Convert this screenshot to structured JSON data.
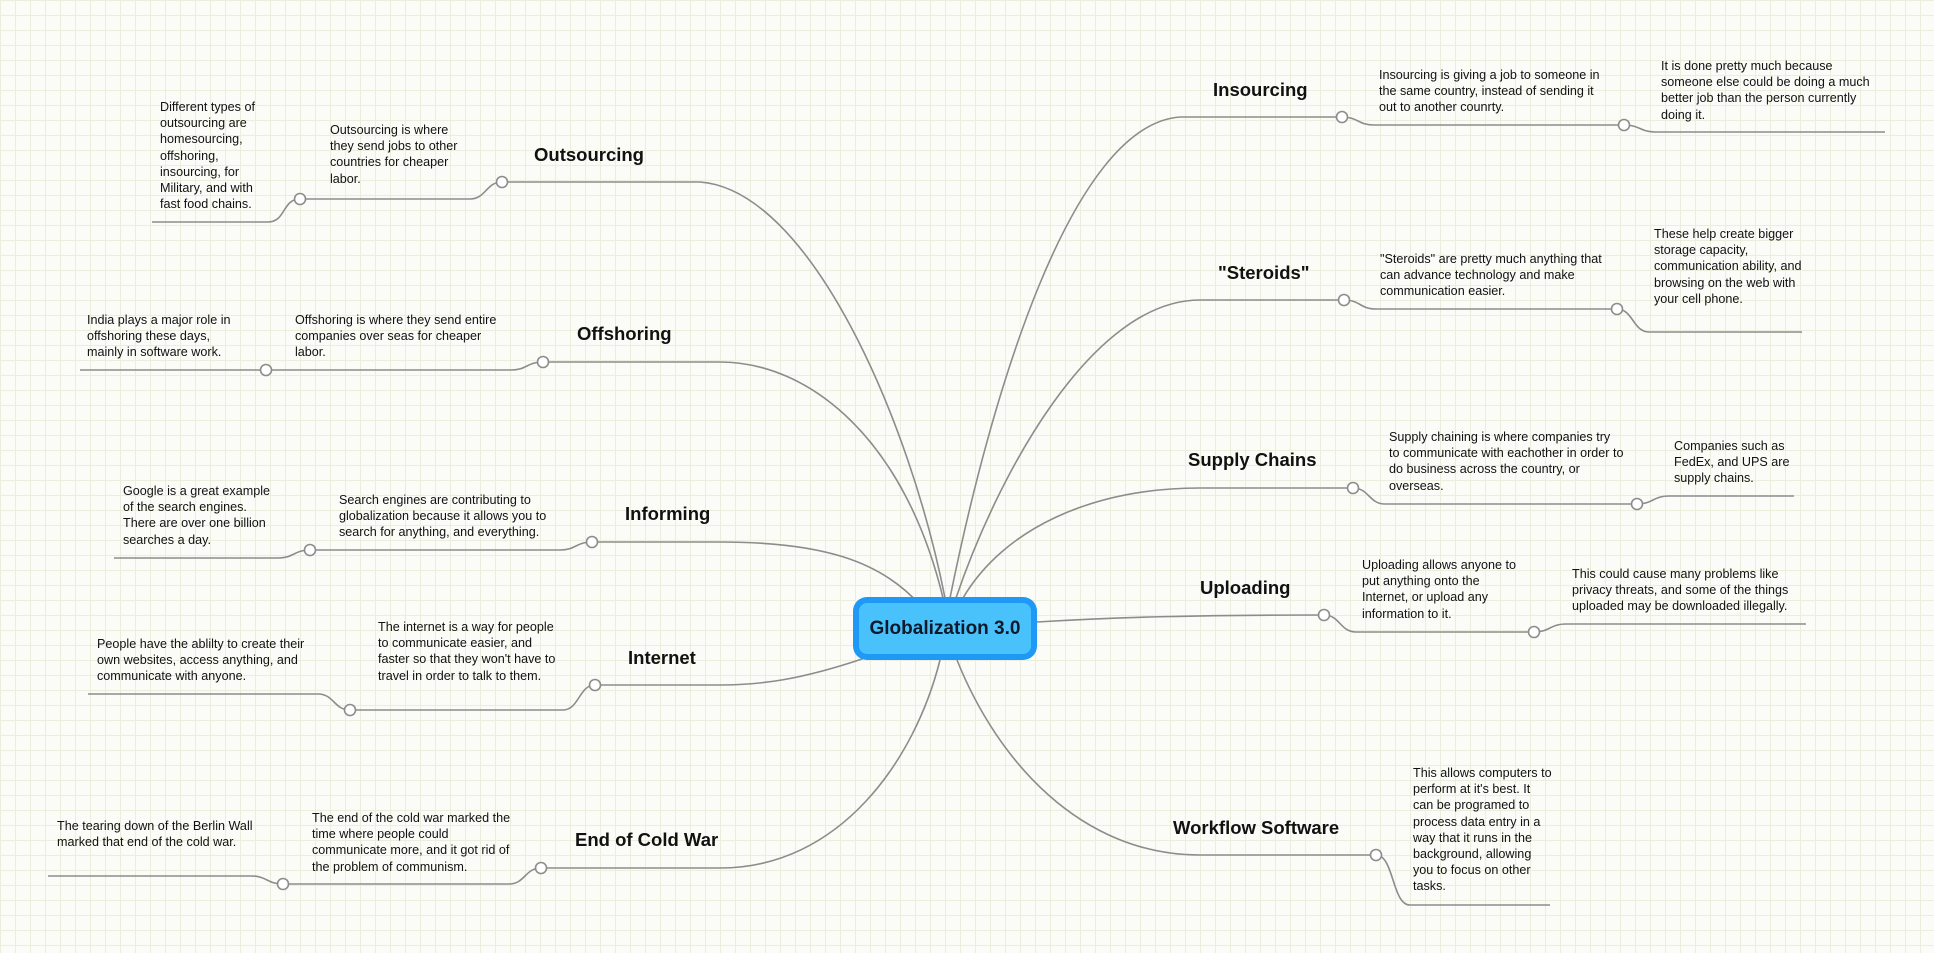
{
  "central": "Globalization 3.0",
  "colors": {
    "central_border": "#1e9af6",
    "central_fill": "#49c1fa",
    "line": "#8c8c8c",
    "grid": "#eceedd"
  },
  "left": [
    {
      "topic": "Outsourcing",
      "note1": "Outsourcing is where they send jobs to other countries for cheaper labor.",
      "note2": "Different types of outsourcing are homesourcing, offshoring, insourcing, for Military, and with fast food chains."
    },
    {
      "topic": "Offshoring",
      "note1": "Offshoring is where they send entire companies over seas for cheaper labor.",
      "note2": "India plays a major role in offshoring these days, mainly in software work."
    },
    {
      "topic": "Informing",
      "note1": "Search engines are contributing to globalization because it allows you to search for anything, and everything.",
      "note2": "Google is a great example of the search engines. There are over one billion searches a day."
    },
    {
      "topic": "Internet",
      "note1": "The internet is a way for people to communicate easier, and faster so that they won't have to travel in order to talk to them.",
      "note2": "People have the ablilty to create their own websites, access anything, and communicate with anyone."
    },
    {
      "topic": "End of Cold War",
      "note1": "The end of the cold war marked the time where people could communicate more, and it got rid of the problem of communism.",
      "note2": "The tearing down of the Berlin Wall marked that end of the cold war."
    }
  ],
  "right": [
    {
      "topic": "Insourcing",
      "note1": "Insourcing is giving a job to someone in the same country, instead of sending it out to another counrty.",
      "note2": "It is done pretty much because someone else could be doing a much better job than the person currently doing it."
    },
    {
      "topic": "\"Steroids\"",
      "note1": "\"Steroids\" are pretty much anything that can advance technology and make communication easier.",
      "note2": "These help create bigger storage capacity, communication ability, and browsing on the web with your cell phone."
    },
    {
      "topic": "Supply Chains",
      "note1": "Supply chaining is where companies try to communicate with eachother in order to do business across the country, or overseas.",
      "note2": "Companies such as FedEx, and UPS are supply chains."
    },
    {
      "topic": "Uploading",
      "note1": "Uploading allows anyone to put anything onto the Internet, or upload any information to it.",
      "note2": "This could cause many problems like privacy threats, and some of the things uploaded may be downloaded illegally."
    },
    {
      "topic": "Workflow Software",
      "note1": "This allows computers to perform at it's best. It can be programed to process data entry in a way that it runs in the background, allowing you to focus on other tasks."
    }
  ]
}
